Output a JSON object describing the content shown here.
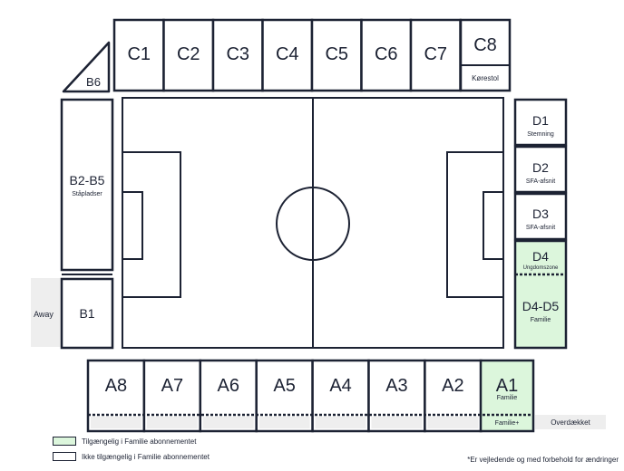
{
  "colors": {
    "stroke": "#1c2233",
    "available": "#dcf6dc",
    "unavailable": "#ffffff",
    "away_bg": "#eeeeee",
    "overlay_bg": "#eeeeee",
    "text": "#1c2233"
  },
  "stands": {
    "c": [
      {
        "label": "C1"
      },
      {
        "label": "C2"
      },
      {
        "label": "C3"
      },
      {
        "label": "C4"
      },
      {
        "label": "C5"
      },
      {
        "label": "C6"
      },
      {
        "label": "C7"
      }
    ],
    "c8": {
      "label": "C8",
      "sub": "Kørestol"
    },
    "b6": {
      "label": "B6"
    },
    "b2_b5": {
      "label": "B2-B5",
      "sub": "Ståpladser"
    },
    "b1": {
      "label": "B1"
    },
    "away": {
      "label": "Away"
    },
    "d1": {
      "label": "D1",
      "sub": "Stemning"
    },
    "d2": {
      "label": "D2",
      "sub": "SFA-afsnit"
    },
    "d3": {
      "label": "D3",
      "sub": "SFA-afsnit"
    },
    "d4": {
      "label": "D4",
      "sub": "Ungdomszone"
    },
    "d4_d5": {
      "label": "D4-D5",
      "sub": "Familie"
    },
    "a": [
      {
        "label": "A8"
      },
      {
        "label": "A7"
      },
      {
        "label": "A6"
      },
      {
        "label": "A5"
      },
      {
        "label": "A4"
      },
      {
        "label": "A3"
      },
      {
        "label": "A2"
      }
    ],
    "a1": {
      "label": "A1",
      "sub": "Familie",
      "sub2": "Familie+"
    },
    "overdaekket": {
      "label": "Overdækket"
    }
  },
  "legend": {
    "available": "Tilgængelig i  Familie abonnementet",
    "unavailable": "Ikke tilgængelig i Familie abonnementet"
  },
  "footnote": "*Er vejledende og med forbehold for ændringer"
}
